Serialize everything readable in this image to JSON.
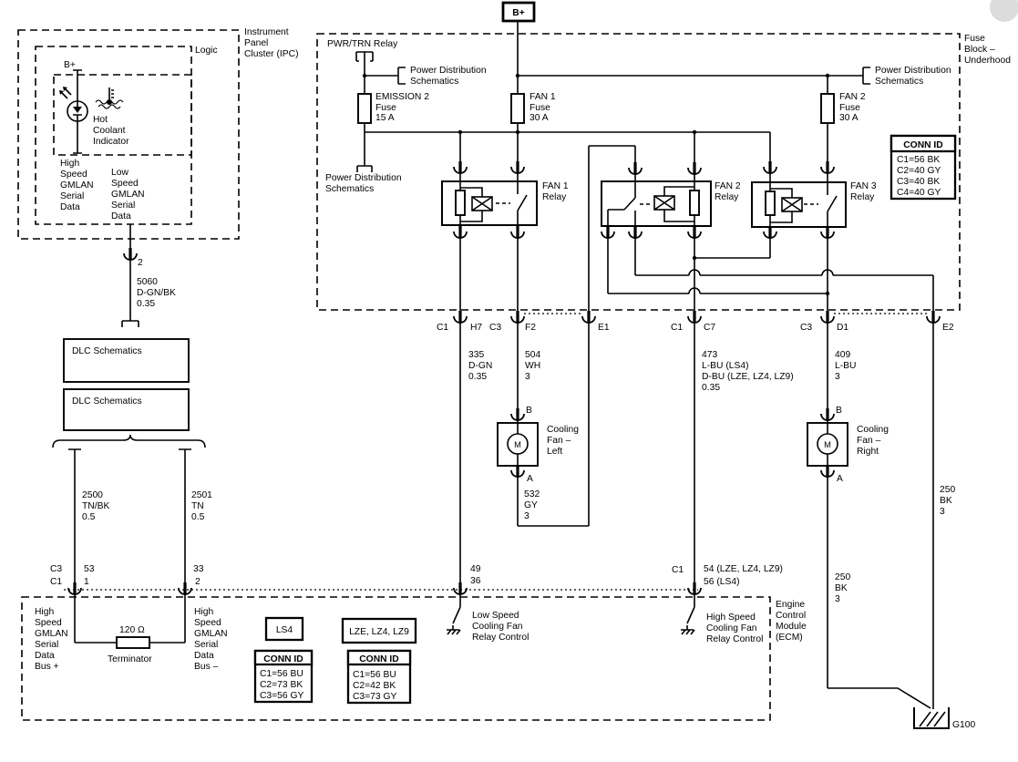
{
  "colors": {
    "line": "#000000",
    "background": "#ffffff",
    "watermark": "#dcdcdc"
  },
  "ipc": {
    "label": [
      "Instrument",
      "Panel",
      "Cluster (IPC)"
    ],
    "logic_label": "Logic",
    "bplus": "B+",
    "indicator": [
      "Hot",
      "Coolant",
      "Indicator"
    ],
    "hs_gmlan": [
      "High",
      "Speed",
      "GMLAN",
      "Serial",
      "Data"
    ],
    "ls_gmlan": [
      "Low",
      "Speed",
      "GMLAN",
      "Serial",
      "Data"
    ],
    "pin2": "2"
  },
  "dlc": {
    "box1": "DLC Schematics",
    "box2": "DLC Schematics"
  },
  "wires": {
    "w5060": [
      "5060",
      "D-GN/BK",
      "0.35"
    ],
    "w2500": [
      "2500",
      "TN/BK",
      "0.5"
    ],
    "w2501": [
      "2501",
      "TN",
      "0.5"
    ],
    "w335": [
      "335",
      "D-GN",
      "0.35"
    ],
    "w504": [
      "504",
      "WH",
      "3"
    ],
    "w532": [
      "532",
      "GY",
      "3"
    ],
    "w473": [
      "473",
      "L-BU (LS4)",
      "D-BU (LZE, LZ4, LZ9)",
      "0.35"
    ],
    "w409": [
      "409",
      "L-BU",
      "3"
    ],
    "w250_fan": [
      "250",
      "BK",
      "3"
    ],
    "w250_e2": [
      "250",
      "BK",
      "3"
    ]
  },
  "fuse_block": {
    "label": [
      "Fuse",
      "Block –",
      "Underhood"
    ],
    "bplus": "B+",
    "pwr_trn": "PWR/TRN Relay",
    "pds_left": [
      "Power Distribution",
      "Schematics"
    ],
    "pds_bottom": [
      "Power Distribution",
      "Schematics"
    ],
    "pds_right": [
      "Power Distribution",
      "Schematics"
    ],
    "fuses": {
      "emission2": [
        "EMISSION 2",
        "Fuse",
        "15 A"
      ],
      "fan1": [
        "FAN 1",
        "Fuse",
        "30 A"
      ],
      "fan2": [
        "FAN 2",
        "Fuse",
        "30 A"
      ]
    },
    "relays": {
      "fan1": [
        "FAN 1",
        "Relay"
      ],
      "fan2": [
        "FAN 2",
        "Relay"
      ],
      "fan3": [
        "FAN 3",
        "Relay"
      ]
    },
    "conn_id": {
      "header": "CONN ID",
      "rows": [
        "C1=56 BK",
        "C2=40 GY",
        "C3=40 BK",
        "C4=40 GY"
      ]
    }
  },
  "connectors": {
    "h7": {
      "left": "C1",
      "right": "H7"
    },
    "f2": {
      "left": "C3",
      "right": "F2"
    },
    "e1": "E1",
    "c7": {
      "left": "C1",
      "right": "C7"
    },
    "d1": {
      "left": "C3",
      "right": "D1"
    },
    "e2": "E2"
  },
  "fans": {
    "left": {
      "label": [
        "Cooling",
        "Fan –",
        "Left"
      ],
      "motor": "M",
      "b": "B",
      "a": "A"
    },
    "right": {
      "label": [
        "Cooling",
        "Fan –",
        "Right"
      ],
      "motor": "M",
      "b": "B",
      "a": "A"
    }
  },
  "ecm": {
    "label": [
      "Engine",
      "Control",
      "Module",
      "(ECM)"
    ],
    "bus_plus": [
      "High",
      "Speed",
      "GMLAN",
      "Serial",
      "Data",
      "Bus +"
    ],
    "bus_minus": [
      "High",
      "Speed",
      "GMLAN",
      "Serial",
      "Data",
      "Bus –"
    ],
    "terminator": {
      "value": "120 Ω",
      "label": "Terminator"
    },
    "pins_left": {
      "c3": "C3",
      "c1": "C1",
      "p53": "53",
      "p1": "1",
      "p33": "33",
      "p2": "2"
    },
    "low_speed": {
      "pins": [
        "49",
        "36"
      ],
      "label": [
        "Low Speed",
        "Cooling Fan",
        "Relay Control"
      ]
    },
    "high_speed": {
      "conn": "C1",
      "pins": [
        "54 (LZE, LZ4, LZ9)",
        "56 (LS4)"
      ],
      "label": [
        "High Speed",
        "Cooling Fan",
        "Relay Control"
      ]
    },
    "engines": {
      "ls4": "LS4",
      "lze": "LZE, LZ4, LZ9"
    },
    "conn_id_ls4": {
      "header": "CONN ID",
      "rows": [
        "C1=56 BU",
        "C2=73 BK",
        "C3=56 GY"
      ]
    },
    "conn_id_lze": {
      "header": "CONN ID",
      "rows": [
        "C1=56 BU",
        "C2=42 BK",
        "C3=73 GY"
      ]
    }
  },
  "ground": {
    "g100": "G100"
  }
}
